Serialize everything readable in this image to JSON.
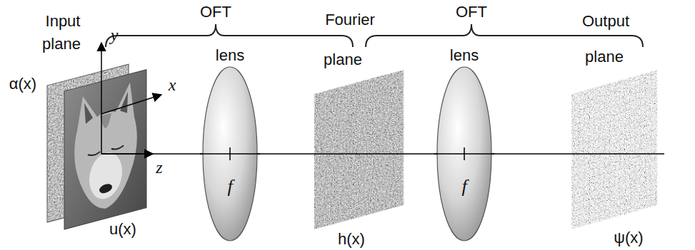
{
  "diagram": {
    "nodes": [
      {
        "text": [
          "lens",
          "f"
        ]
      },
      {
        "text": [
          "lens",
          "f"
        ]
      }
    ],
    "labels": [
      "OFT",
      "OFT",
      "Input",
      "plane",
      "y",
      "α(x)",
      "x",
      "z",
      "u(x)",
      "Fourier",
      "plane",
      "h(x)",
      "Output",
      "plane",
      "ψ(x)"
    ]
  }
}
